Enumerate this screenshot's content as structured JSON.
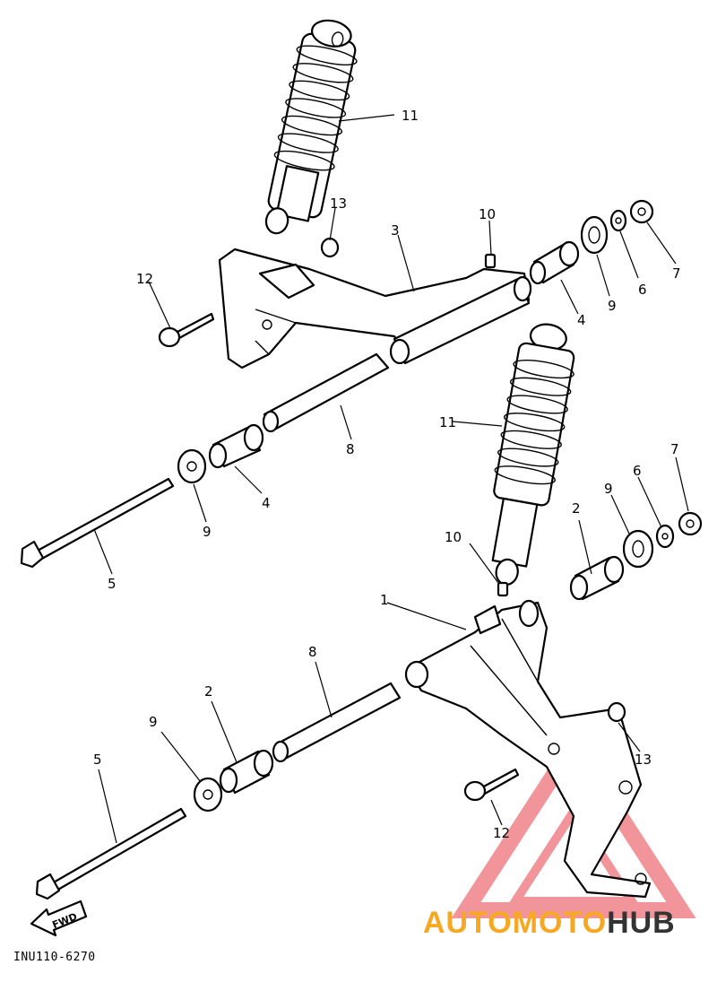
{
  "labels": {
    "shock_top": "11",
    "shock_bottom": "11",
    "nut_13_top": "13",
    "nut_13_bottom": "13",
    "nipple_10_top": "10",
    "nipple_10_bottom": "10",
    "arm_3": "3",
    "arm_1": "1",
    "bolt_12_top": "12",
    "bolt_12_bottom": "12",
    "collar_4_right": "4",
    "collar_4_left": "4",
    "washer_9_right_top": "9",
    "washer_9_left_top": "9",
    "washer_9_right_bottom": "9",
    "washer_9_left_bottom": "9",
    "washer_6_top": "6",
    "washer_6_bottom": "6",
    "nut_7_top": "7",
    "nut_7_bottom": "7",
    "shaft_8_top": "8",
    "shaft_8_bottom": "8",
    "bolt_5_top": "5",
    "bolt_5_bottom": "5",
    "collar_2_right": "2",
    "collar_2_left": "2"
  },
  "fwd_label": "FWD",
  "figure_code": "INU110-6270",
  "watermark": {
    "part1": "AUTOMOTO",
    "part2": "HUB",
    "color1": "#f7a823",
    "color2": "#333333",
    "logo_color": "#e8404a"
  }
}
